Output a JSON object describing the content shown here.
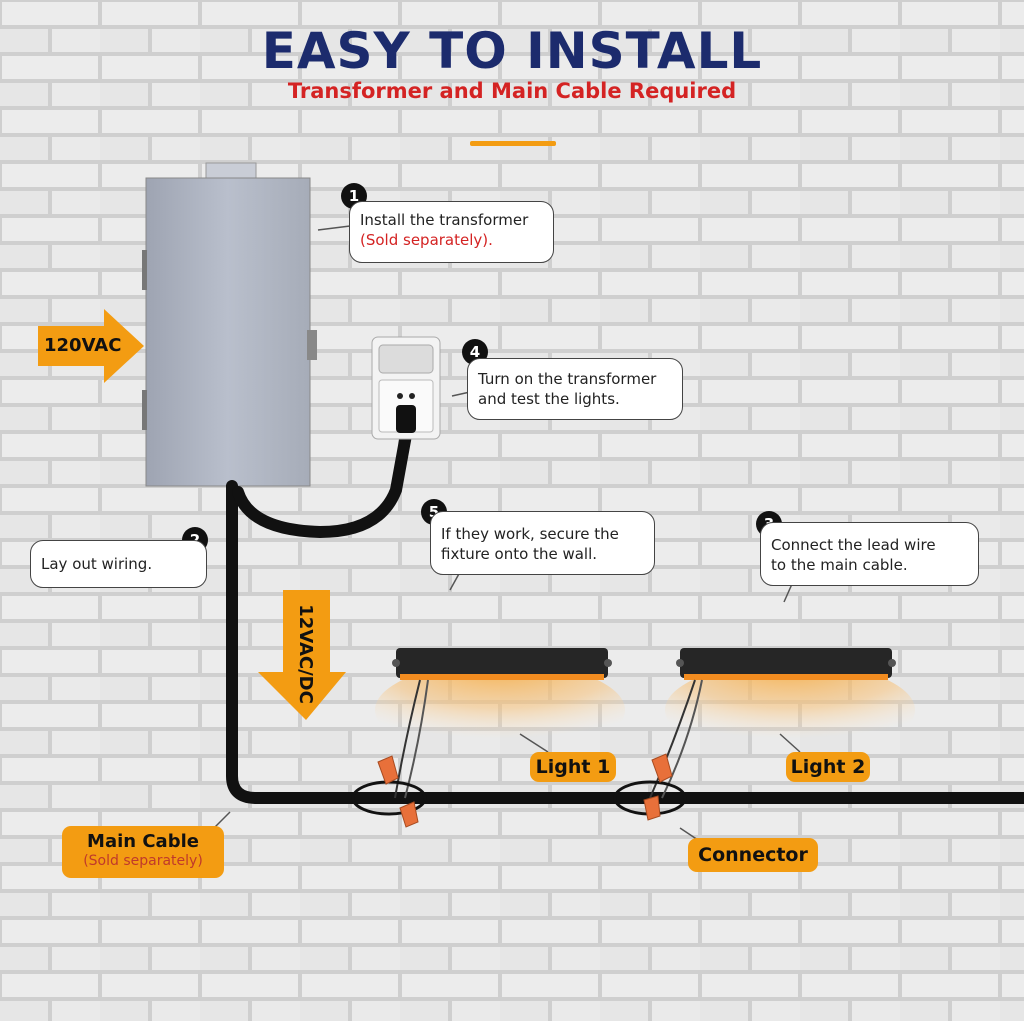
{
  "header": {
    "title": "EASY TO INSTALL",
    "subtitle": "Transformer and Main Cable Required"
  },
  "steps": [
    {
      "number": "1",
      "line1": "Install the transformer",
      "line2": "(Sold separately)."
    },
    {
      "number": "2",
      "text": "Lay out wiring."
    },
    {
      "number": "3",
      "line1": "Connect the lead wire",
      "line2": "to the  main cable."
    },
    {
      "number": "4",
      "line1": "Turn on the transformer",
      "line2": "and test the lights."
    },
    {
      "number": "5",
      "line1": "If they work, secure the",
      "line2": "fixture  onto the wall."
    }
  ],
  "labels": {
    "input_voltage": "120VAC",
    "output_voltage": "12VAC/DC",
    "main_cable": "Main Cable",
    "main_cable_note": "(Sold separately)",
    "light1": "Light 1",
    "light2": "Light 2",
    "connector": "Connector"
  },
  "colors": {
    "title": "#1c2b6d",
    "accent_red": "#d42323",
    "tag_orange": "#f39c12",
    "cable": "#111111",
    "brick": "#e9e9e9"
  }
}
